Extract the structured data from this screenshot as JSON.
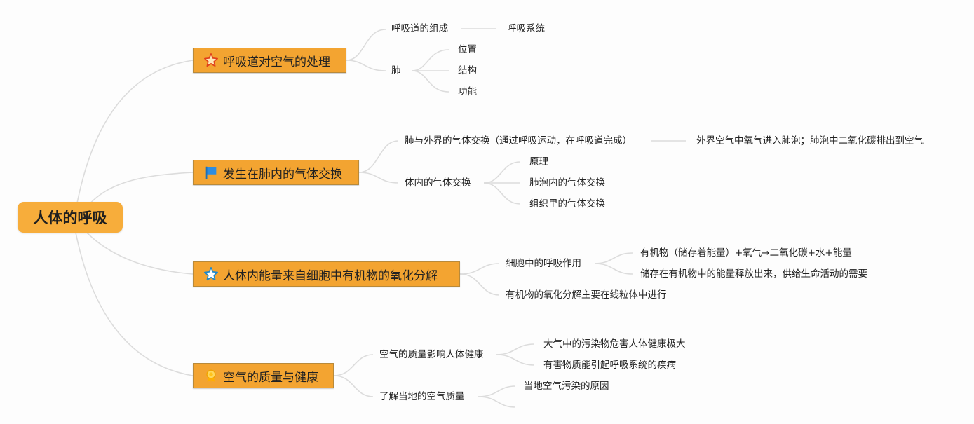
{
  "root": {
    "label": "人体的呼吸"
  },
  "branches": [
    {
      "label": "呼吸道对空气的处理",
      "icon": "star-outline-icon",
      "children": [
        {
          "label": "呼吸道的组成",
          "children": [
            {
              "label": "呼吸系统"
            }
          ]
        },
        {
          "label": "肺",
          "children": [
            {
              "label": "位置"
            },
            {
              "label": "结构"
            },
            {
              "label": "功能"
            }
          ]
        }
      ]
    },
    {
      "label": "发生在肺内的气体交换",
      "icon": "flag-icon",
      "children": [
        {
          "label": "肺与外界的气体交换（通过呼吸运动，在呼吸道完成）",
          "children": [
            {
              "label": "外界空气中氧气进入肺泡；肺泡中二氧化碳排出到空气"
            }
          ]
        },
        {
          "label": "体内的气体交换",
          "children": [
            {
              "label": "原理"
            },
            {
              "label": "肺泡内的气体交换"
            },
            {
              "label": "组织里的气体交换"
            }
          ]
        }
      ]
    },
    {
      "label": "人体内能量来自细胞中有机物的氧化分解",
      "icon": "star-icon",
      "children": [
        {
          "label": "细胞中的呼吸作用",
          "children": [
            {
              "label": "有机物（储存着能量）+氧气→二氧化碳+水+能量"
            },
            {
              "label": "储存在有机物中的能量释放出来，供给生命活动的需要"
            }
          ]
        },
        {
          "label": "有机物的氧化分解主要在线粒体中进行"
        }
      ]
    },
    {
      "label": "空气的质量与健康",
      "icon": "medal-icon",
      "children": [
        {
          "label": "空气的质量影响人体健康",
          "children": [
            {
              "label": "大气中的污染物危害人体健康极大"
            },
            {
              "label": "有害物质能引起呼吸系统的疾病"
            }
          ]
        },
        {
          "label": "了解当地的空气质量",
          "children": [
            {
              "label": "当地空气污染的原因"
            }
          ]
        }
      ]
    }
  ],
  "colors": {
    "branch_fill": "#f3a431",
    "root_fill": "#f7ad3b",
    "connector": "#dcdcdc"
  }
}
